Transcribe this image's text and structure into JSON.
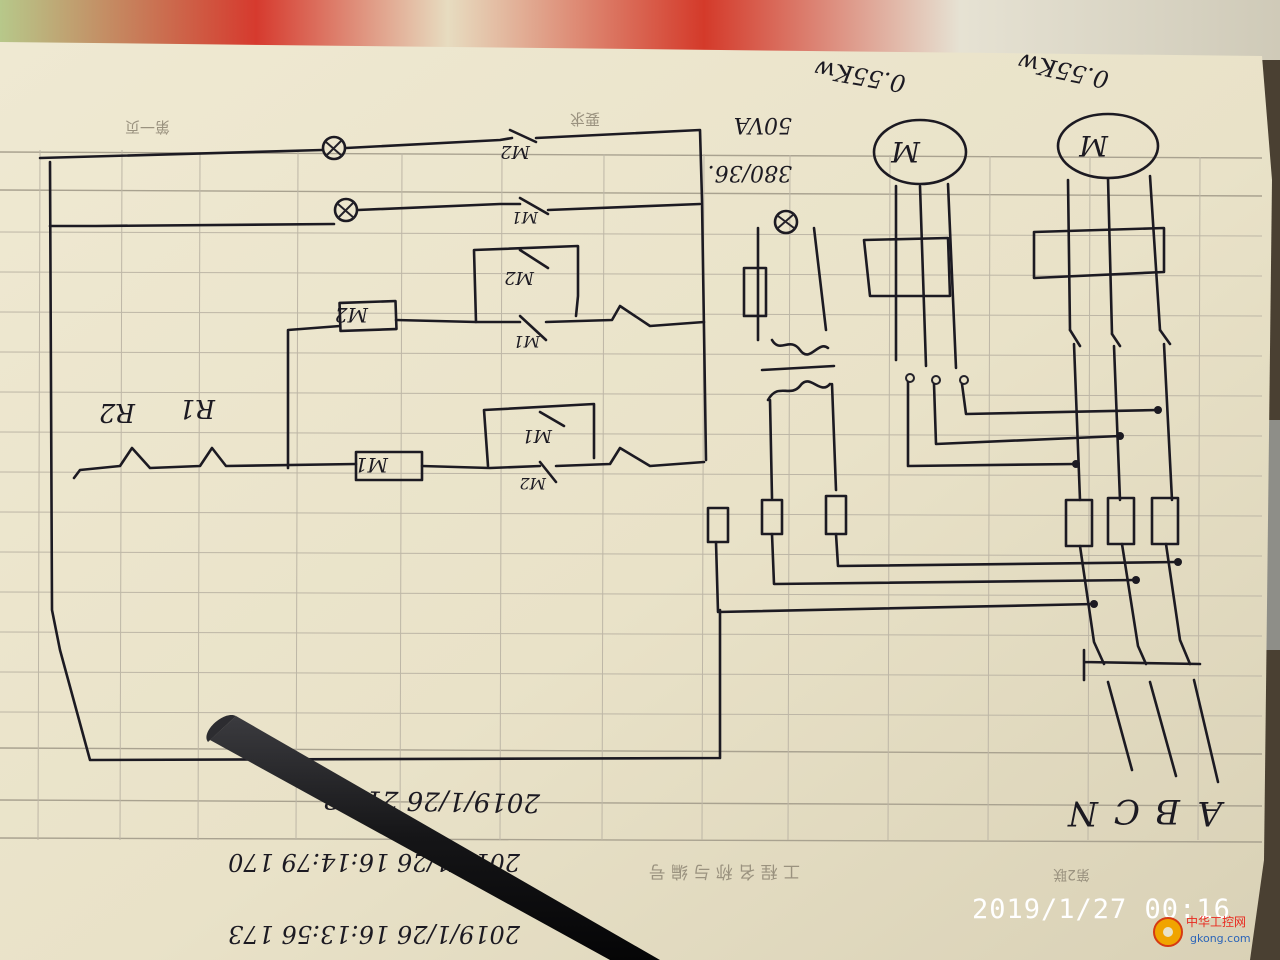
{
  "photo": {
    "timestamp": "2019/1/27  00:16"
  },
  "watermark": {
    "site_cn": "中华工控网",
    "site_url": "gkong.com"
  },
  "labels": {
    "relay_r2": "R2",
    "relay_r1": "R1",
    "coil_m2": "M2",
    "coil_m1": "M1",
    "contact_m2_top": "M2",
    "contact_m2_hold": "M2",
    "contact_m1_hold": "M1",
    "contact_m2_int": "M1",
    "contact_m1_int": "M2",
    "contact_m1_lamp": "M1",
    "transformer": "380/36.",
    "transformer_va": "50VA",
    "motor1": "M",
    "motor1_power": "0.55Kw",
    "motor2": "M",
    "motor2_power": "0.55Kw",
    "phase_a": "A",
    "phase_b": "B",
    "phase_c": "C",
    "neutral": "N"
  },
  "notes": {
    "note1": "2019/1/26  21:53",
    "note2": "2019/1/26  16:14:79  170",
    "note3": "2019/1/26  16:13:56  173"
  }
}
